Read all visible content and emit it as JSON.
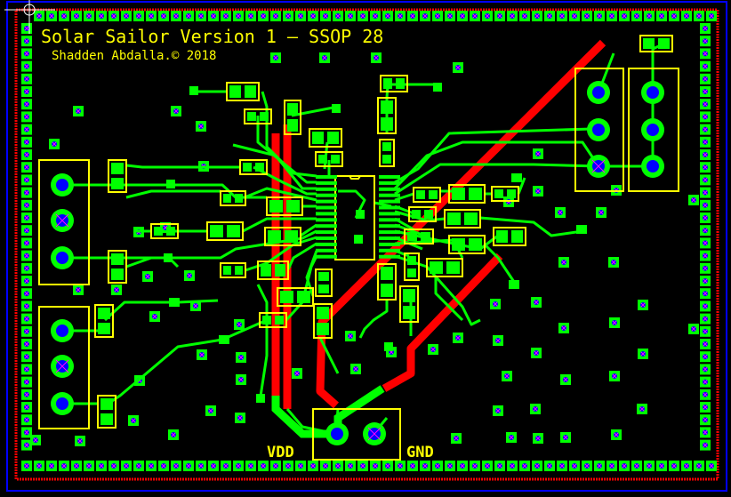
{
  "board": {
    "title": "Solar Sailor Version 1 — SSOP 28",
    "author": "Shadden Abdalla.© 2018",
    "power_connector": {
      "left_label": "VDD",
      "right_label": "GND"
    }
  },
  "colors": {
    "background": "#000000",
    "copper": "#00ff00",
    "trace_top": "#ff0000",
    "silkscreen": "#ffff00",
    "outline": "#0000ff",
    "drill": "#0000ff",
    "via_mark": "#ff00ff"
  }
}
